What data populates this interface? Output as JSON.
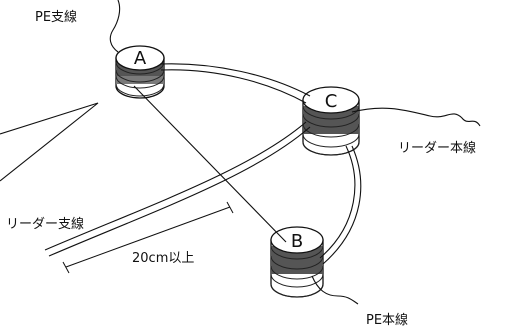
{
  "diagram": {
    "nodes": [
      {
        "id": "A",
        "label": "A"
      },
      {
        "id": "B",
        "label": "B"
      },
      {
        "id": "C",
        "label": "C"
      }
    ],
    "labels": {
      "pe_branch_line": "PE支線",
      "pe_main_line": "PE本線",
      "leader_main_line": "リーダー本線",
      "leader_branch_line": "リーダー支線",
      "distance": "20cm以上"
    },
    "colors": {
      "ink": "#111111",
      "band_dark": "#555555",
      "band_light": "#ffffff",
      "background": "#ffffff"
    }
  }
}
